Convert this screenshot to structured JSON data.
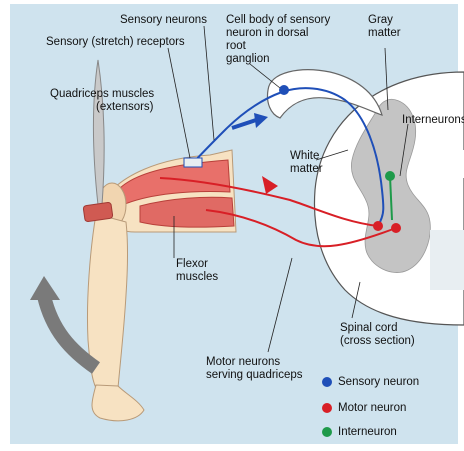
{
  "labels": {
    "sensory_neurons": "Sensory neurons",
    "stretch_receptors": "Sensory (stretch) receptors",
    "cell_body_line1": "Cell body of sensory",
    "cell_body_line2": "neuron in dorsal",
    "cell_body_line3": "root",
    "cell_body_line4": "ganglion",
    "gray_matter_line1": "Gray",
    "gray_matter_line2": "matter",
    "quadriceps_line1": "Quadriceps muscles",
    "quadriceps_line2": "(extensors)",
    "interneurons": "Interneurons",
    "white_matter_line1": "White",
    "white_matter_line2": "matter",
    "flexor_line1": "Flexor",
    "flexor_line2": "muscles",
    "spinal_cord_line1": "Spinal cord",
    "spinal_cord_line2": "(cross section)",
    "motor_neurons_line1": "Motor neurons",
    "motor_neurons_line2": "serving quadriceps"
  },
  "legend": [
    {
      "label": "Sensory neuron",
      "color": "#1f4fb8"
    },
    {
      "label": "Motor neuron",
      "color": "#d81f26"
    },
    {
      "label": "Interneuron",
      "color": "#1e9a4a"
    }
  ],
  "colors": {
    "sensory": "#1f4fb8",
    "motor": "#d81f26",
    "interneuron": "#1e9a4a",
    "background": "#cfe3ee",
    "gray_matter": "#c4c4c4",
    "skin": "#f7e2c2",
    "muscle": "#e8706a"
  }
}
